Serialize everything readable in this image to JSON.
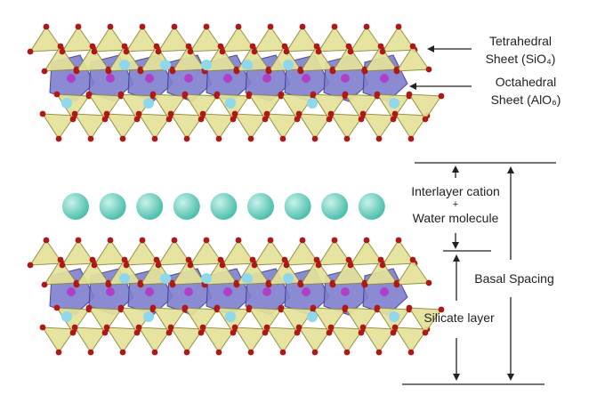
{
  "labels": {
    "tetrahedral_line1": "Tetrahedral",
    "tetrahedral_line2": "Sheet (SiO₄)",
    "octahedral_line1": "Octahedral",
    "octahedral_line2": "Sheet (AlO₆)",
    "interlayer_line1": "Interlayer cation",
    "interlayer_plus": "+",
    "interlayer_line2": "Water molecule",
    "basal_spacing": "Basal Spacing",
    "silicate_layer": "Silicate layer"
  },
  "colors": {
    "tetrahedron": "#e6e29a",
    "tetra_edge": "#8a8a3a",
    "octahedron": "#7f7fd0",
    "oxygen": "#b01818",
    "aluminum": "#b040c8",
    "hydroxyl": "#8fd8ec",
    "cation": "#4fc0ae"
  },
  "cation_count": 9
}
